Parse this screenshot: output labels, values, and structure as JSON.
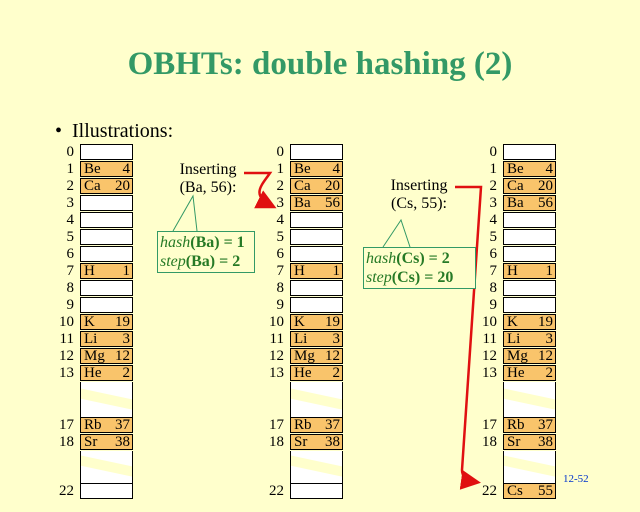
{
  "title": "OBHTs: double hashing (2)",
  "bullet": "Illustrations:",
  "page_number": "12-52",
  "colors": {
    "title": "#339966",
    "filled_cell": "#f9c46b",
    "arrow": "#e01010",
    "callout": "#339966"
  },
  "tables": [
    {
      "rows": [
        {
          "i": "0"
        },
        {
          "i": "1",
          "k": "Be",
          "v": "4"
        },
        {
          "i": "2",
          "k": "Ca",
          "v": "20"
        },
        {
          "i": "3"
        },
        {
          "i": "4"
        },
        {
          "i": "5"
        },
        {
          "i": "6"
        },
        {
          "i": "7",
          "k": "H",
          "v": "1"
        },
        {
          "i": "8"
        },
        {
          "i": "9"
        },
        {
          "i": "10",
          "k": "K",
          "v": "19"
        },
        {
          "i": "11",
          "k": "Li",
          "v": "3"
        },
        {
          "i": "12",
          "k": "Mg",
          "v": "12"
        },
        {
          "i": "13",
          "k": "He",
          "v": "2"
        },
        {
          "i": "17",
          "k": "Rb",
          "v": "37"
        },
        {
          "i": "18",
          "k": "Sr",
          "v": "38"
        },
        {
          "i": "22"
        }
      ]
    },
    {
      "rows": [
        {
          "i": "0"
        },
        {
          "i": "1",
          "k": "Be",
          "v": "4"
        },
        {
          "i": "2",
          "k": "Ca",
          "v": "20"
        },
        {
          "i": "3",
          "k": "Ba",
          "v": "56"
        },
        {
          "i": "4"
        },
        {
          "i": "5"
        },
        {
          "i": "6"
        },
        {
          "i": "7",
          "k": "H",
          "v": "1"
        },
        {
          "i": "8"
        },
        {
          "i": "9"
        },
        {
          "i": "10",
          "k": "K",
          "v": "19"
        },
        {
          "i": "11",
          "k": "Li",
          "v": "3"
        },
        {
          "i": "12",
          "k": "Mg",
          "v": "12"
        },
        {
          "i": "13",
          "k": "He",
          "v": "2"
        },
        {
          "i": "17",
          "k": "Rb",
          "v": "37"
        },
        {
          "i": "18",
          "k": "Sr",
          "v": "38"
        },
        {
          "i": "22"
        }
      ]
    },
    {
      "rows": [
        {
          "i": "0"
        },
        {
          "i": "1",
          "k": "Be",
          "v": "4"
        },
        {
          "i": "2",
          "k": "Ca",
          "v": "20"
        },
        {
          "i": "3",
          "k": "Ba",
          "v": "56"
        },
        {
          "i": "4"
        },
        {
          "i": "5"
        },
        {
          "i": "6"
        },
        {
          "i": "7",
          "k": "H",
          "v": "1"
        },
        {
          "i": "8"
        },
        {
          "i": "9"
        },
        {
          "i": "10",
          "k": "K",
          "v": "19"
        },
        {
          "i": "11",
          "k": "Li",
          "v": "3"
        },
        {
          "i": "12",
          "k": "Mg",
          "v": "12"
        },
        {
          "i": "13",
          "k": "He",
          "v": "2"
        },
        {
          "i": "17",
          "k": "Rb",
          "v": "37"
        },
        {
          "i": "18",
          "k": "Sr",
          "v": "38"
        },
        {
          "i": "22",
          "k": "Cs",
          "v": "55"
        }
      ]
    }
  ],
  "insert1": {
    "line1": "Inserting",
    "line2": "(Ba, 56):",
    "hash_fn": "hash",
    "hash_arg": "(Ba) = 1",
    "step_fn": "step",
    "step_arg": "(Ba) = 2"
  },
  "insert2": {
    "line1": "Inserting",
    "line2": "(Cs, 55):",
    "hash_fn": "hash",
    "hash_arg": "(Cs) = 2",
    "step_fn": "step",
    "step_arg": "(Cs) = 20"
  }
}
